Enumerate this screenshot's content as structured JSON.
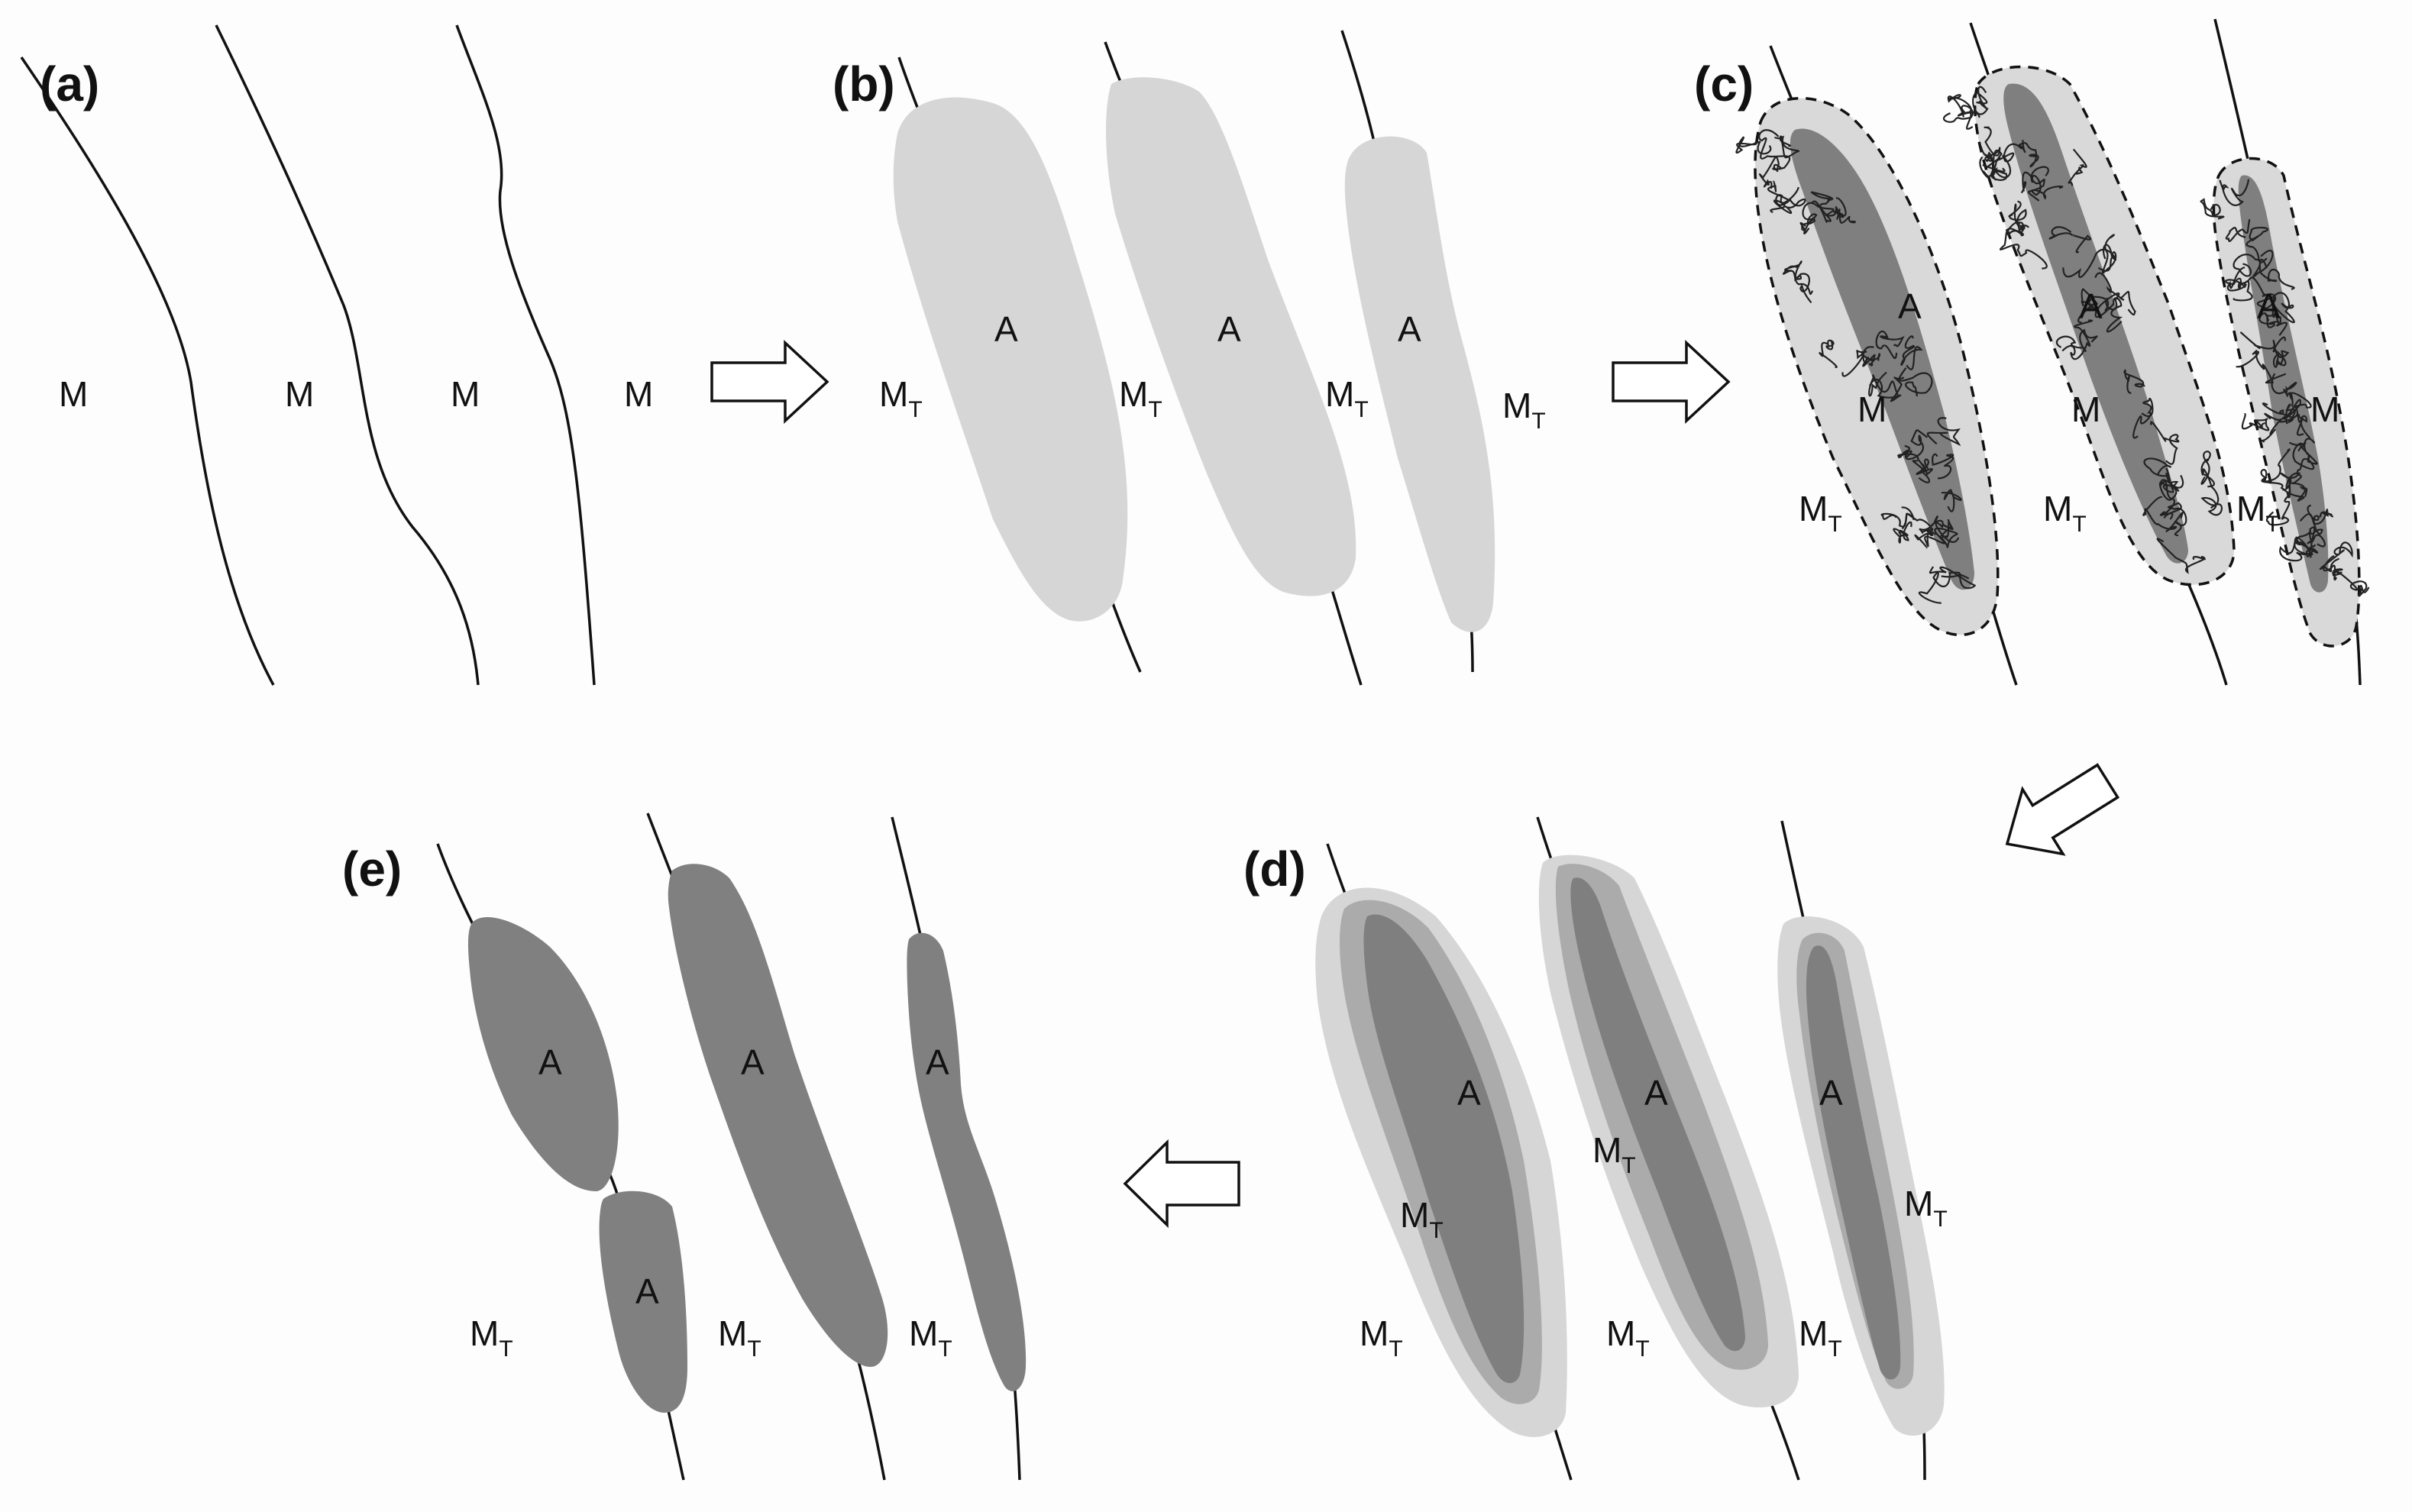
{
  "panels": [
    {
      "label": "(a)",
      "marks": [
        "M",
        "M",
        "M",
        "M"
      ]
    },
    {
      "label": "(b)",
      "marks": [
        "A",
        "A",
        "A"
      ],
      "sub_marks": [
        "M",
        "M",
        "M",
        "M"
      ],
      "subscript": "T"
    },
    {
      "label": "(c)",
      "marks": [
        "A",
        "A",
        "A",
        "M",
        "M",
        "M"
      ],
      "sub_marks": [
        "M",
        "M",
        "M"
      ],
      "subscript": "T"
    },
    {
      "label": "(d)",
      "marks": [
        "A",
        "A",
        "A"
      ],
      "sub_marks": [
        "M",
        "M",
        "M",
        "M",
        "M"
      ],
      "subscript": "T"
    },
    {
      "label": "(e)",
      "marks": [
        "A",
        "A",
        "A",
        "A"
      ],
      "sub_marks": [
        "M",
        "M",
        "M"
      ],
      "subscript": "T"
    }
  ],
  "colors": {
    "light_gray": "#d6d6d6",
    "mid_gray": "#b0b0b0",
    "dark_gray": "#7f7f7f",
    "line": "#111111"
  }
}
